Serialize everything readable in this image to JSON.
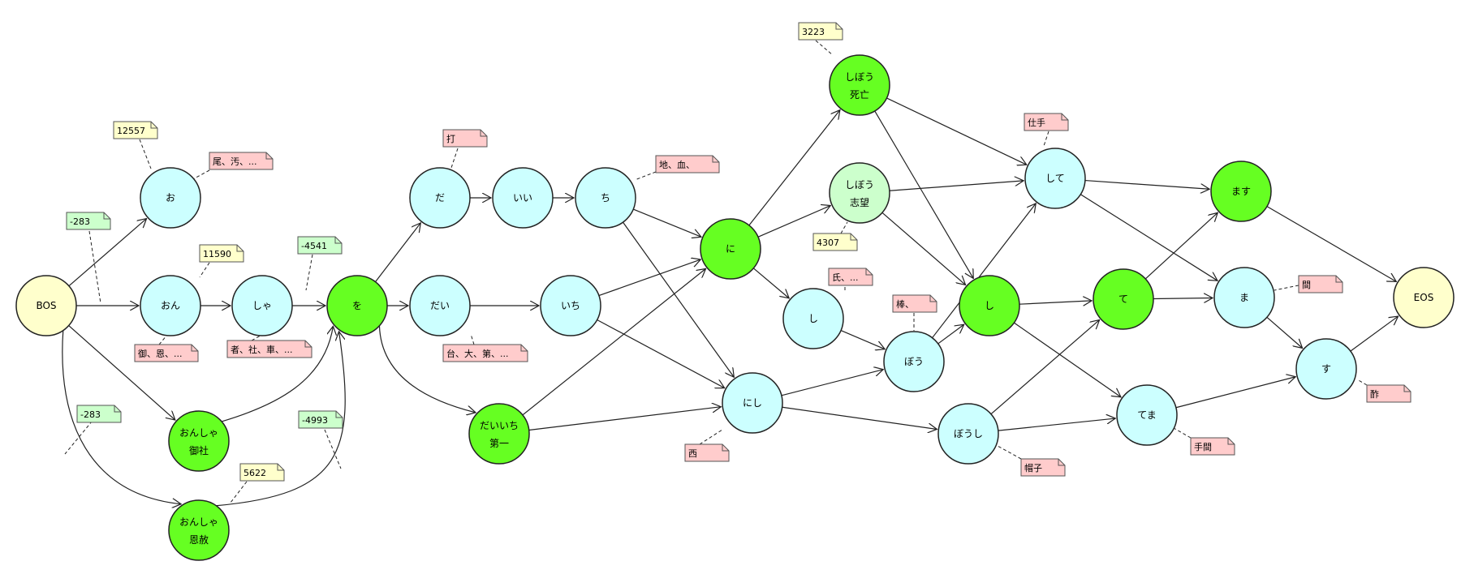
{
  "colors": {
    "endpoint": "#ffffcc",
    "candidate": "#ccffff",
    "best_path": "#66ff22",
    "alternate": "#ccffcc",
    "note_yellow": "#ffffcc",
    "note_pink": "#ffcccc",
    "note_green": "#ccffcc"
  },
  "nodes": [
    {
      "id": "BOS",
      "lines": [
        "BOS"
      ],
      "kind": "endpoint"
    },
    {
      "id": "o",
      "lines": [
        "お"
      ],
      "kind": "candidate"
    },
    {
      "id": "on",
      "lines": [
        "おん"
      ],
      "kind": "candidate"
    },
    {
      "id": "sha",
      "lines": [
        "しゃ"
      ],
      "kind": "candidate"
    },
    {
      "id": "onsha1",
      "lines": [
        "おんしゃ",
        "御社"
      ],
      "kind": "best_path"
    },
    {
      "id": "onsha2",
      "lines": [
        "おんしゃ",
        "恩赦"
      ],
      "kind": "best_path"
    },
    {
      "id": "wo",
      "lines": [
        "を"
      ],
      "kind": "best_path"
    },
    {
      "id": "da",
      "lines": [
        "だ"
      ],
      "kind": "candidate"
    },
    {
      "id": "ii",
      "lines": [
        "いい"
      ],
      "kind": "candidate"
    },
    {
      "id": "chi",
      "lines": [
        "ち"
      ],
      "kind": "candidate"
    },
    {
      "id": "dai",
      "lines": [
        "だい"
      ],
      "kind": "candidate"
    },
    {
      "id": "ichi",
      "lines": [
        "いち"
      ],
      "kind": "candidate"
    },
    {
      "id": "daiichi",
      "lines": [
        "だいいち",
        "第一"
      ],
      "kind": "best_path"
    },
    {
      "id": "ni",
      "lines": [
        "に"
      ],
      "kind": "best_path"
    },
    {
      "id": "nishi",
      "lines": [
        "にし"
      ],
      "kind": "candidate"
    },
    {
      "id": "shibou1",
      "lines": [
        "しぼう",
        "死亡"
      ],
      "kind": "best_path"
    },
    {
      "id": "shibou2",
      "lines": [
        "しぼう",
        "志望"
      ],
      "kind": "alternate"
    },
    {
      "id": "shi1",
      "lines": [
        "し"
      ],
      "kind": "candidate"
    },
    {
      "id": "bou",
      "lines": [
        "ぼう"
      ],
      "kind": "candidate"
    },
    {
      "id": "boushi",
      "lines": [
        "ぼうし"
      ],
      "kind": "candidate"
    },
    {
      "id": "shite",
      "lines": [
        "して"
      ],
      "kind": "candidate"
    },
    {
      "id": "shi2",
      "lines": [
        "し"
      ],
      "kind": "best_path"
    },
    {
      "id": "te",
      "lines": [
        "て"
      ],
      "kind": "best_path"
    },
    {
      "id": "tema",
      "lines": [
        "てま"
      ],
      "kind": "candidate"
    },
    {
      "id": "masu",
      "lines": [
        "ます"
      ],
      "kind": "best_path"
    },
    {
      "id": "ma",
      "lines": [
        "ま"
      ],
      "kind": "candidate"
    },
    {
      "id": "su",
      "lines": [
        "す"
      ],
      "kind": "candidate"
    },
    {
      "id": "EOS",
      "lines": [
        "EOS"
      ],
      "kind": "endpoint"
    }
  ],
  "edges": [
    [
      "BOS",
      "o"
    ],
    [
      "BOS",
      "on"
    ],
    [
      "BOS",
      "onsha1"
    ],
    [
      "BOS",
      "onsha2"
    ],
    [
      "on",
      "sha"
    ],
    [
      "sha",
      "wo"
    ],
    [
      "onsha1",
      "wo"
    ],
    [
      "onsha2",
      "wo"
    ],
    [
      "wo",
      "da"
    ],
    [
      "wo",
      "dai"
    ],
    [
      "wo",
      "daiichi"
    ],
    [
      "da",
      "ii"
    ],
    [
      "ii",
      "chi"
    ],
    [
      "chi",
      "ni"
    ],
    [
      "chi",
      "nishi"
    ],
    [
      "dai",
      "ichi"
    ],
    [
      "ichi",
      "ni"
    ],
    [
      "ichi",
      "nishi"
    ],
    [
      "daiichi",
      "ni"
    ],
    [
      "daiichi",
      "nishi"
    ],
    [
      "ni",
      "shibou1"
    ],
    [
      "ni",
      "shibou2"
    ],
    [
      "ni",
      "shi1"
    ],
    [
      "shi1",
      "bou"
    ],
    [
      "nishi",
      "bou"
    ],
    [
      "nishi",
      "boushi"
    ],
    [
      "shibou1",
      "shite"
    ],
    [
      "shibou1",
      "shi2"
    ],
    [
      "shibou2",
      "shite"
    ],
    [
      "shibou2",
      "shi2"
    ],
    [
      "bou",
      "shite"
    ],
    [
      "bou",
      "shi2"
    ],
    [
      "boushi",
      "te"
    ],
    [
      "boushi",
      "tema"
    ],
    [
      "shite",
      "masu"
    ],
    [
      "shite",
      "ma"
    ],
    [
      "shi2",
      "te"
    ],
    [
      "shi2",
      "tema"
    ],
    [
      "te",
      "masu"
    ],
    [
      "te",
      "ma"
    ],
    [
      "tema",
      "su"
    ],
    [
      "ma",
      "su"
    ],
    [
      "masu",
      "EOS"
    ],
    [
      "su",
      "EOS"
    ]
  ],
  "notes": [
    {
      "text": "12557",
      "color": "note_yellow"
    },
    {
      "text": "尾、汚、...",
      "color": "note_pink"
    },
    {
      "text": "-283",
      "color": "note_green"
    },
    {
      "text": "11590",
      "color": "note_yellow"
    },
    {
      "text": "-4541",
      "color": "note_green"
    },
    {
      "text": "御、恩、...",
      "color": "note_pink"
    },
    {
      "text": "者、社、車、...",
      "color": "note_pink"
    },
    {
      "text": "-283",
      "color": "note_green"
    },
    {
      "text": "-4993",
      "color": "note_green"
    },
    {
      "text": "5622",
      "color": "note_yellow"
    },
    {
      "text": "打",
      "color": "note_pink"
    },
    {
      "text": "地、血、",
      "color": "note_pink"
    },
    {
      "text": "台、大、第、...",
      "color": "note_pink"
    },
    {
      "text": "3223",
      "color": "note_yellow"
    },
    {
      "text": "4307",
      "color": "note_yellow"
    },
    {
      "text": "氏、...",
      "color": "note_pink"
    },
    {
      "text": "棒、",
      "color": "note_pink"
    },
    {
      "text": "西",
      "color": "note_pink"
    },
    {
      "text": "仕手",
      "color": "note_pink"
    },
    {
      "text": "帽子",
      "color": "note_pink"
    },
    {
      "text": "間",
      "color": "note_pink"
    },
    {
      "text": "手間",
      "color": "note_pink"
    },
    {
      "text": "酢",
      "color": "note_pink"
    }
  ]
}
